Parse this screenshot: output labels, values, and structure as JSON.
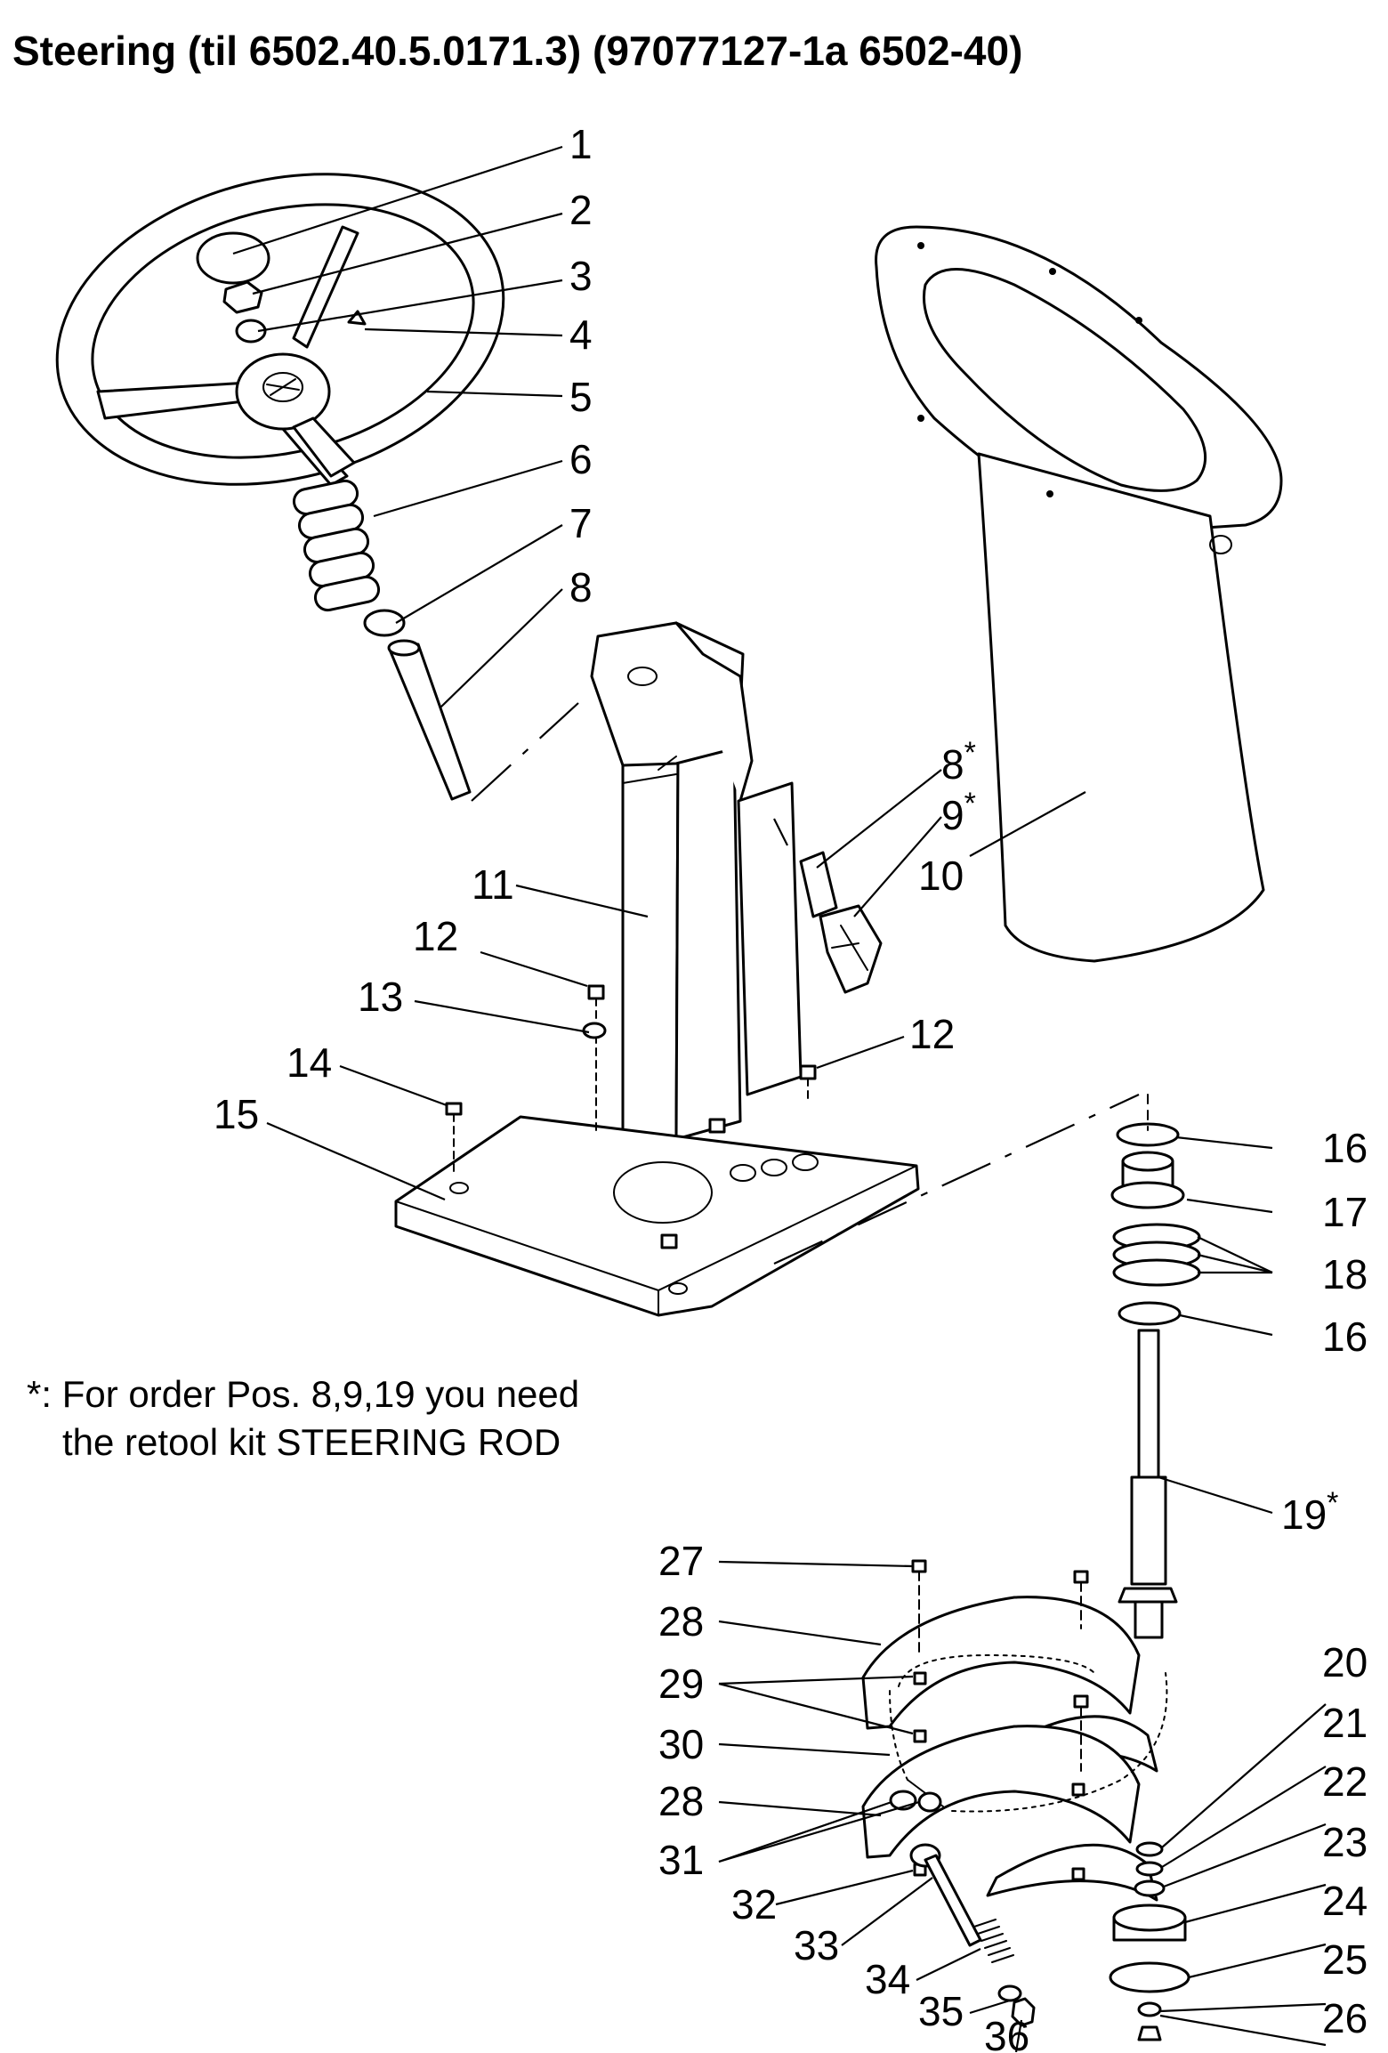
{
  "title": "Steering (til 6502.40.5.0171.3) (97077127-1a 6502-40)",
  "note": {
    "marker": "*",
    "line1": ": For order Pos. 8,9,19 you need",
    "line2": "the retool kit STEERING ROD"
  },
  "callouts": [
    {
      "id": "c1",
      "text": "1"
    },
    {
      "id": "c2",
      "text": "2"
    },
    {
      "id": "c3",
      "text": "3"
    },
    {
      "id": "c4",
      "text": "4"
    },
    {
      "id": "c5",
      "text": "5"
    },
    {
      "id": "c6",
      "text": "6"
    },
    {
      "id": "c7",
      "text": "7"
    },
    {
      "id": "c8",
      "text": "8"
    },
    {
      "id": "c8s",
      "text": "8",
      "star": "*"
    },
    {
      "id": "c9s",
      "text": "9",
      "star": "*"
    },
    {
      "id": "c10",
      "text": "10"
    },
    {
      "id": "c11",
      "text": "11"
    },
    {
      "id": "c12a",
      "text": "12"
    },
    {
      "id": "c12b",
      "text": "12"
    },
    {
      "id": "c13",
      "text": "13"
    },
    {
      "id": "c14",
      "text": "14"
    },
    {
      "id": "c15",
      "text": "15"
    },
    {
      "id": "c16a",
      "text": "16"
    },
    {
      "id": "c16b",
      "text": "16"
    },
    {
      "id": "c17",
      "text": "17"
    },
    {
      "id": "c18",
      "text": "18"
    },
    {
      "id": "c19",
      "text": "19",
      "star": "*"
    },
    {
      "id": "c20",
      "text": "20"
    },
    {
      "id": "c21",
      "text": "21"
    },
    {
      "id": "c22",
      "text": "22"
    },
    {
      "id": "c23",
      "text": "23"
    },
    {
      "id": "c24",
      "text": "24"
    },
    {
      "id": "c25",
      "text": "25"
    },
    {
      "id": "c26",
      "text": "26"
    },
    {
      "id": "c27",
      "text": "27"
    },
    {
      "id": "c28a",
      "text": "28"
    },
    {
      "id": "c28b",
      "text": "28"
    },
    {
      "id": "c29",
      "text": "29"
    },
    {
      "id": "c30",
      "text": "30"
    },
    {
      "id": "c31",
      "text": "31"
    },
    {
      "id": "c32",
      "text": "32"
    },
    {
      "id": "c33",
      "text": "33"
    },
    {
      "id": "c34",
      "text": "34"
    },
    {
      "id": "c35",
      "text": "35"
    },
    {
      "id": "c36",
      "text": "36"
    }
  ]
}
